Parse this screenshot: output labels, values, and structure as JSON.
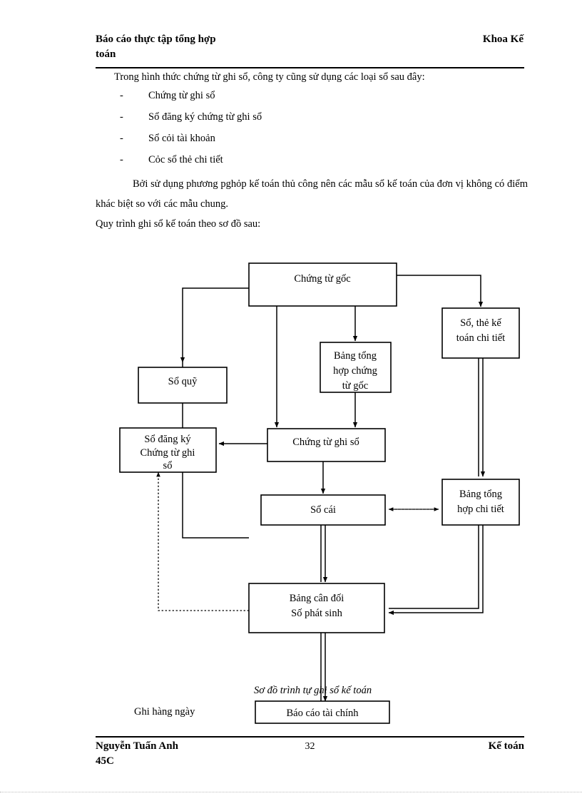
{
  "header": {
    "left_line1": "Báo cáo thực tập tổng hợp",
    "left_line2": "toán",
    "right": "Khoa Kế"
  },
  "content": {
    "intro": "Trong hình thức chứng từ ghi sổ, công ty cũng sử dụng các loại sổ sau đây:",
    "bullet_marker": "-",
    "bullets": [
      "Chứng từ ghi sổ",
      "Sổ đăng ký chứng từ ghi sổ",
      "Sổ cỏi tài khoản",
      "Cỏc sổ thẻ chi tiết"
    ],
    "paragraph": "Bởi sử dụng phương pghỏp kế toán thủ công nên các mẫu sổ kế toán của đơn vị không có điểm khác biệt so với các mẫu chung.",
    "lead_in": "Quy trình ghi sổ kế toán theo sơ đồ sau:"
  },
  "diagram": {
    "caption": "Sơ đồ trình tự ghi sổ kế toán",
    "legend": "Ghi hàng ngày",
    "nodes": {
      "chung_tu_goc": "Chứng từ gốc",
      "so_the_ke_toan": "Sổ, thẻ kế\ntoán chi tiết",
      "so_the_line1": "Sổ, thẻ kế",
      "so_the_line2": "toán chi tiết",
      "bang_tong_hop_ctg_line1": "Bảng tổng",
      "bang_tong_hop_ctg_line2": "hợp chứng",
      "bang_tong_hop_ctg_line3": "từ gốc",
      "so_quy": "Sổ quỹ",
      "so_dang_ky_line1": "Sổ đăng ký",
      "so_dang_ky_line2": "Chứng từ ghi",
      "so_dang_ky_line3": "sổ",
      "chung_tu_ghi_so": "Chứng từ ghi sổ",
      "so_cai": "Sổ cái",
      "bang_tong_hop_ct_line1": "Bảng tổng",
      "bang_tong_hop_ct_line2": "hợp chi tiết",
      "bang_can_doi_line1": "Bảng cân đối",
      "bang_can_doi_line2": "Số phát sinh",
      "bao_cao_tai_chinh": "Báo cáo tài chính"
    }
  },
  "footer": {
    "left_line1": "Nguyễn Tuấn Anh",
    "left_line2": "45C",
    "page_number": "32",
    "right": "Kế toán"
  }
}
